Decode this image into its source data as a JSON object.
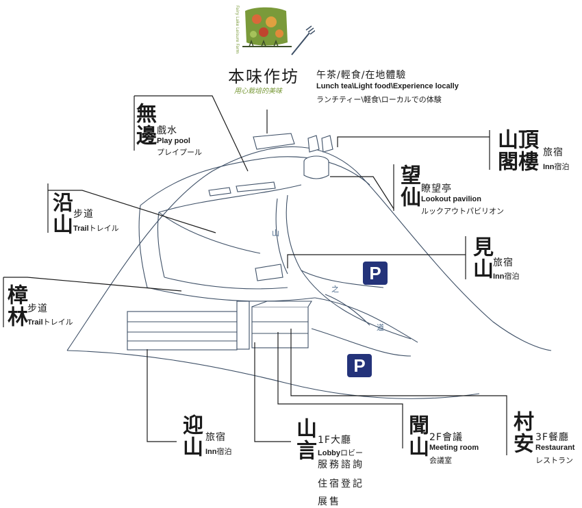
{
  "brand": {
    "logo_text": "Fairy Lake Leisure Farm",
    "name": "本味作坊",
    "slogan": "用心栽培的美味",
    "line_zh": "午茶/輕食/在地體驗",
    "line_en": "Lunch tea\\Light food\\Experience locally",
    "line_ja": "ランチティー\\軽食\\ローカルでの体験"
  },
  "places": {
    "playpool": {
      "title": "無邊",
      "zh": "戲水",
      "en": "Play pool",
      "ja": "プレイプール"
    },
    "inn_top": {
      "title_a": "山閣",
      "title_b": "頂樓",
      "zh": "旅宿",
      "en": "Inn",
      "ja": "宿泊"
    },
    "lookout": {
      "title": "望仙",
      "zh": "瞭望亭",
      "en": "Lookout pavilion",
      "ja": "ルックアウトパビリオン"
    },
    "trail_a": {
      "title": "沿山",
      "zh": "步道",
      "en": "Trail",
      "ja": "トレイル"
    },
    "inn_mid": {
      "title": "見山",
      "zh": "旅宿",
      "en": "Inn",
      "ja": "宿泊"
    },
    "trail_b": {
      "title": "樟林",
      "zh": "步道",
      "en": "Trail",
      "ja": "トレイル"
    },
    "inn_low": {
      "title": "迎山",
      "zh": "旅宿",
      "en": "Inn",
      "ja": "宿泊"
    },
    "lobby": {
      "title": "山言",
      "zh": "1F大廳",
      "en": "Lobby",
      "ja": "ロビー",
      "extra": [
        "服務諮詢",
        "住宿登記",
        "展售"
      ]
    },
    "meeting": {
      "title": "聞山",
      "zh": "2F會議",
      "en": "Meeting room",
      "ja": "会議室"
    },
    "restaurant": {
      "title": "村安",
      "zh": "3F餐廳",
      "en": "Restaurant",
      "ja": "レストラン"
    }
  },
  "parking": {
    "label": "P"
  },
  "road_marks": [
    "山",
    "之",
    "道"
  ],
  "colors": {
    "parking": "#24337a",
    "lines": "#3d4f66",
    "ink": "#1a1a1a",
    "logo_green": "#7a9a3a"
  }
}
